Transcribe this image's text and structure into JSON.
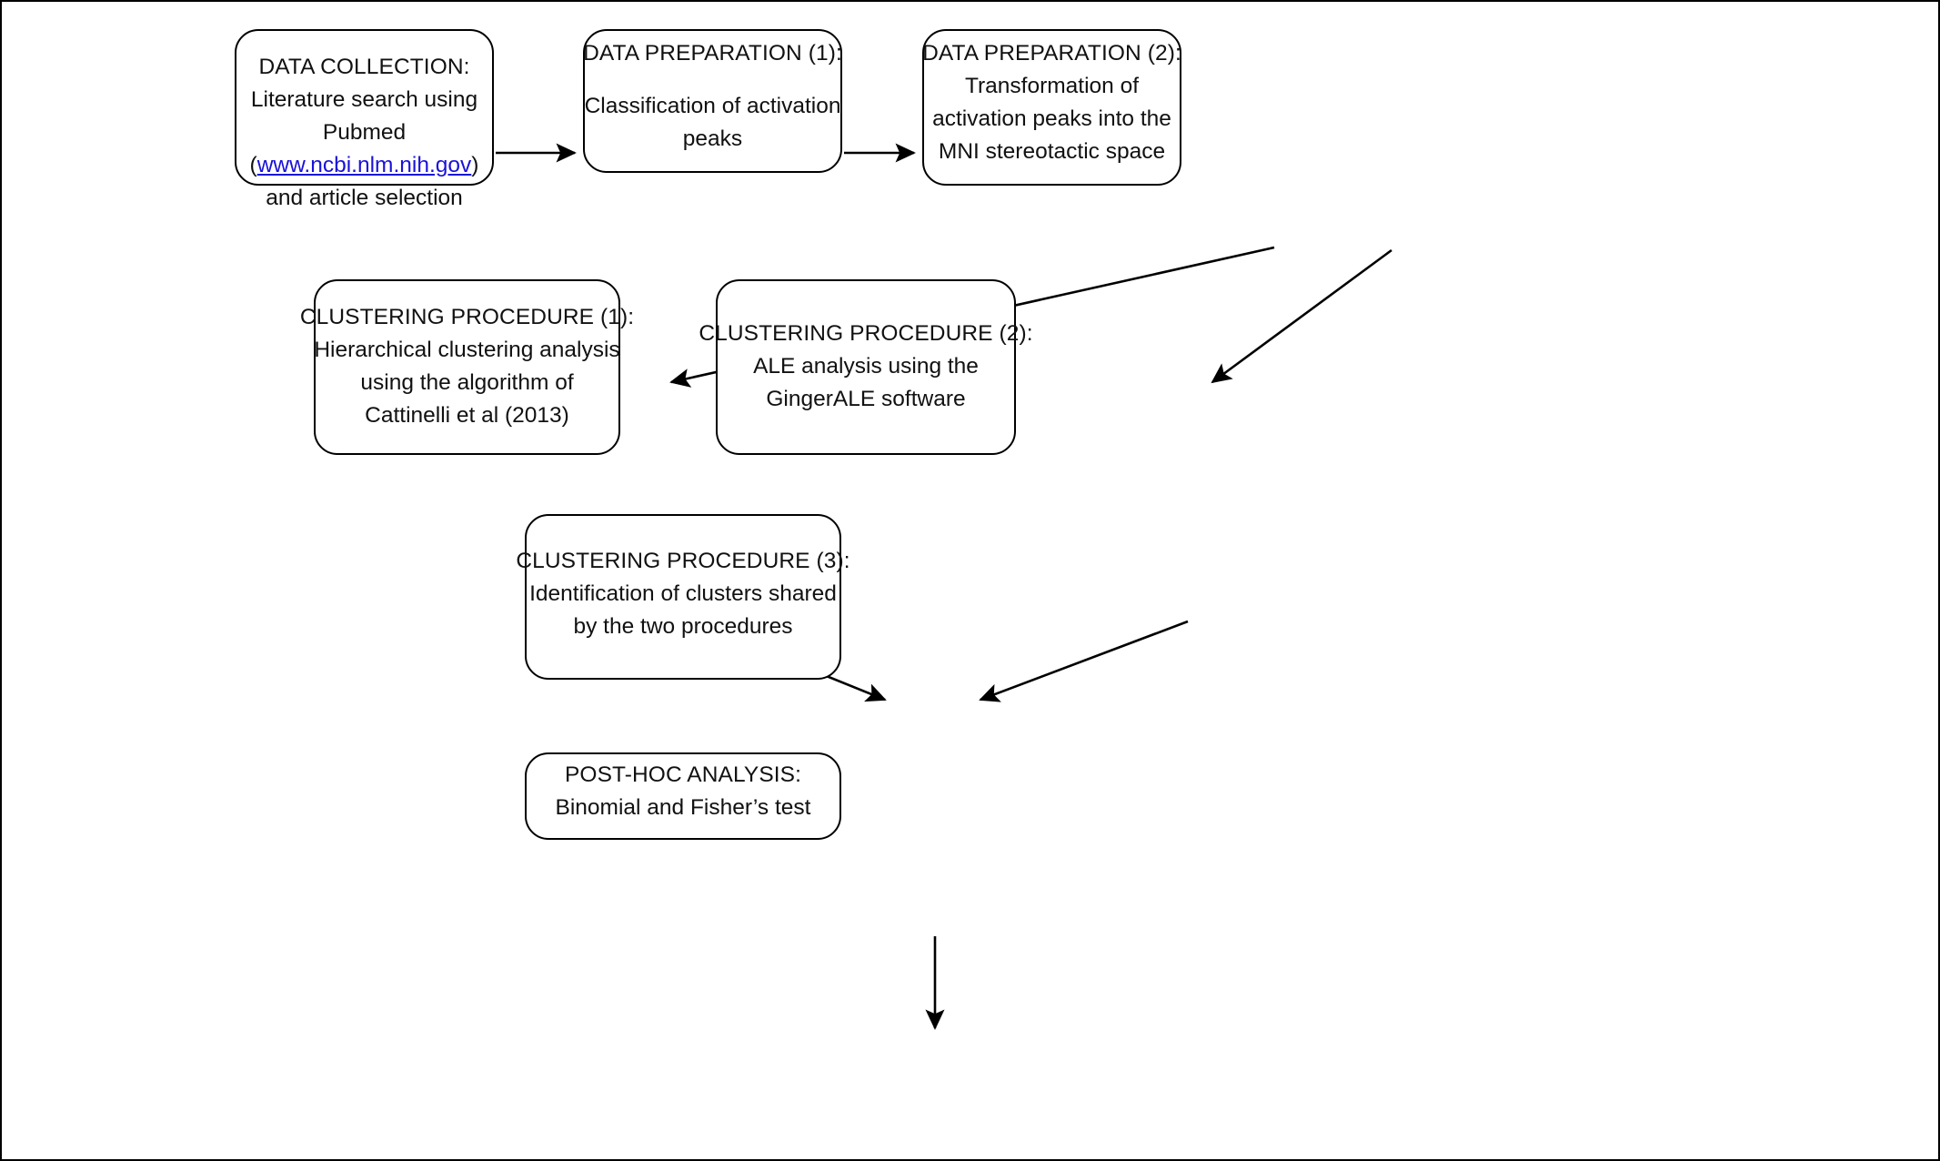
{
  "figure": {
    "type": "flowchart",
    "orientation": "top-to-bottom",
    "background_color": "#ffffff",
    "border_color": "#000000",
    "text_color": "#111111",
    "link_color": "#1a12d8"
  },
  "nodes": {
    "data_collection": {
      "id": "data-collection",
      "title": "DATA COLLECTION:",
      "lines": [
        "Literature search using",
        "Pubmed"
      ],
      "link_line_prefix": "(",
      "link_text": "www.ncbi.nlm.nih.gov",
      "link_line_suffix": ")",
      "lines_after": [
        "and article selection"
      ]
    },
    "data_preparation_1": {
      "id": "data-preparation-1",
      "title": "DATA PREPARATION (1):",
      "lines": [
        "Classification of activation",
        "peaks"
      ]
    },
    "data_preparation_2": {
      "id": "data-preparation-2",
      "title": "DATA PREPARATION (2):",
      "lines": [
        "Transformation of",
        "activation peaks into the",
        "MNI stereotactic space"
      ]
    },
    "clustering_procedure_1": {
      "id": "clustering-procedure-1",
      "title": "CLUSTERING PROCEDURE (1):",
      "lines": [
        "Hierarchical clustering analysis",
        "using the algorithm of",
        "Cattinelli et al (2013)"
      ]
    },
    "clustering_procedure_2": {
      "id": "clustering-procedure-2",
      "title": "CLUSTERING PROCEDURE (2):",
      "lines": [
        "ALE analysis using the",
        "GingerALE software"
      ]
    },
    "clustering_procedure_3": {
      "id": "clustering-procedure-3",
      "title": "CLUSTERING PROCEDURE (3):",
      "lines": [
        "Identification of clusters shared",
        "by the two procedures"
      ]
    },
    "post_hoc_analysis": {
      "id": "post-hoc-analysis",
      "title": "POST-HOC ANALYSIS:",
      "lines": [
        "Binomial and Fisher’s test"
      ]
    }
  },
  "edges": [
    {
      "name": "data-collection-to-data-preparation-1",
      "from": "data_collection",
      "to": "data_preparation_1",
      "style": "horizontal-arrow"
    },
    {
      "name": "data-preparation-1-to-data-preparation-2",
      "from": "data_preparation_1",
      "to": "data_preparation_2",
      "style": "horizontal-arrow"
    },
    {
      "name": "data-preparation-2-to-clustering-1",
      "from": "data_preparation_2",
      "to": "clustering_procedure_1",
      "style": "diagonal-arrow"
    },
    {
      "name": "data-preparation-2-to-clustering-2",
      "from": "data_preparation_2",
      "to": "clustering_procedure_2",
      "style": "diagonal-arrow"
    },
    {
      "name": "clustering-1-to-clustering-3",
      "from": "clustering_procedure_1",
      "to": "clustering_procedure_3",
      "style": "diagonal-arrow"
    },
    {
      "name": "clustering-2-to-clustering-3",
      "from": "clustering_procedure_2",
      "to": "clustering_procedure_3",
      "style": "diagonal-arrow"
    },
    {
      "name": "clustering-3-to-post-hoc",
      "from": "clustering_procedure_3",
      "to": "post_hoc_analysis",
      "style": "vertical-arrow"
    }
  ]
}
